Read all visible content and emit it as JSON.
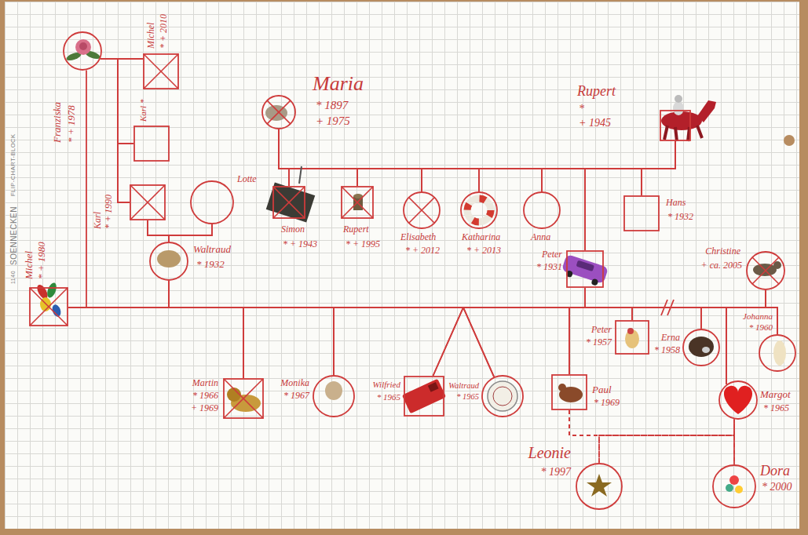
{
  "diagram": {
    "nodes": [
      {
        "text": [
          "Franziska",
          "* + 1978"
        ]
      },
      {
        "text": [
          "Michel",
          "* + 2010"
        ]
      },
      {
        "text": [
          "Karl *"
        ]
      },
      {
        "text": [
          "Karl",
          "* + 1990"
        ]
      },
      {
        "text": [
          "Michel",
          "* + 1980"
        ]
      },
      {
        "text": [
          "Maria",
          "* 1897",
          "+ 1975"
        ]
      },
      {
        "text": [
          "Rupert",
          "*",
          "+ 1945"
        ]
      },
      {
        "text": [
          "Lotte"
        ]
      },
      {
        "text": [
          "Simon",
          "* + 1943"
        ]
      },
      {
        "text": [
          "Rupert",
          "* + 1995"
        ]
      },
      {
        "text": [
          "Elisabeth",
          "* + 2012"
        ]
      },
      {
        "text": [
          "Katharina",
          "* + 2013"
        ]
      },
      {
        "text": [
          "Anna"
        ]
      },
      {
        "text": [
          "Hans",
          "* 1932"
        ]
      },
      {
        "text": [
          "Peter",
          "* 1931"
        ]
      },
      {
        "text": [
          "Waltraud",
          "* 1932"
        ]
      },
      {
        "text": [
          "Christine",
          "+ ca. 2005"
        ]
      },
      {
        "text": [
          "Martin",
          "* 1966",
          "+ 1969"
        ]
      },
      {
        "text": [
          "Monika",
          "* 1967"
        ]
      },
      {
        "text": [
          "Wilfried",
          "* 1965"
        ]
      },
      {
        "text": [
          "Waltraud",
          "* 1965"
        ]
      },
      {
        "text": [
          "Paul",
          "* 1969"
        ]
      },
      {
        "text": [
          "Peter",
          "* 1957"
        ]
      },
      {
        "text": [
          "Erna",
          "* 1958"
        ]
      },
      {
        "text": [
          "Johanna",
          "* 1960"
        ]
      },
      {
        "text": [
          "Margot",
          "* 1965"
        ]
      },
      {
        "text": [
          "Leonie",
          "* 1997"
        ]
      },
      {
        "text": [
          "Dora",
          "* 2000"
        ]
      }
    ],
    "edges": [
      {
        "from": 0,
        "to": 1,
        "arrow": "none"
      },
      {
        "from": 0,
        "to": 2,
        "arrow": "none"
      },
      {
        "from": 1,
        "to": 2,
        "arrow": "none"
      },
      {
        "from": 0,
        "to": 3,
        "arrow": "none"
      },
      {
        "from": 1,
        "to": 3,
        "arrow": "none"
      },
      {
        "from": 0,
        "to": 4,
        "arrow": "none"
      },
      {
        "from": 3,
        "to": 7,
        "arrow": "none"
      },
      {
        "from": 3,
        "to": 15,
        "arrow": "none"
      },
      {
        "from": 7,
        "to": 15,
        "arrow": "none"
      },
      {
        "from": 5,
        "to": 6,
        "arrow": "none"
      },
      {
        "from": 5,
        "to": 8,
        "arrow": "none"
      },
      {
        "from": 6,
        "to": 8,
        "arrow": "none"
      },
      {
        "from": 5,
        "to": 9,
        "arrow": "none"
      },
      {
        "from": 6,
        "to": 9,
        "arrow": "none"
      },
      {
        "from": 5,
        "to": 10,
        "arrow": "none"
      },
      {
        "from": 6,
        "to": 10,
        "arrow": "none"
      },
      {
        "from": 5,
        "to": 11,
        "arrow": "none"
      },
      {
        "from": 6,
        "to": 11,
        "arrow": "none"
      },
      {
        "from": 5,
        "to": 12,
        "arrow": "none"
      },
      {
        "from": 6,
        "to": 12,
        "arrow": "none"
      },
      {
        "from": 5,
        "to": 14,
        "arrow": "none"
      },
      {
        "from": 6,
        "to": 14,
        "arrow": "none"
      },
      {
        "from": 5,
        "to": 13,
        "arrow": "none"
      },
      {
        "from": 6,
        "to": 13,
        "arrow": "none"
      },
      {
        "from": 4,
        "to": 15,
        "arrow": "none"
      },
      {
        "from": 15,
        "to": 14,
        "arrow": "none"
      },
      {
        "from": 15,
        "to": 17,
        "arrow": "none"
      },
      {
        "from": 14,
        "to": 17,
        "arrow": "none"
      },
      {
        "from": 15,
        "to": 18,
        "arrow": "none"
      },
      {
        "from": 14,
        "to": 18,
        "arrow": "none"
      },
      {
        "from": 15,
        "to": 19,
        "arrow": "none"
      },
      {
        "from": 14,
        "to": 19,
        "arrow": "none"
      },
      {
        "from": 15,
        "to": 20,
        "arrow": "none"
      },
      {
        "from": 14,
        "to": 20,
        "arrow": "none"
      },
      {
        "from": 15,
        "to": 21,
        "arrow": "none"
      },
      {
        "from": 14,
        "to": 21,
        "arrow": "none"
      },
      {
        "from": 14,
        "to": 16,
        "arrow": "none"
      },
      {
        "from": 14,
        "to": 22,
        "arrow": "none"
      },
      {
        "from": 16,
        "to": 22,
        "arrow": "none"
      },
      {
        "from": 14,
        "to": 23,
        "arrow": "none"
      },
      {
        "from": 16,
        "to": 23,
        "arrow": "none"
      },
      {
        "from": 14,
        "to": 25,
        "arrow": "none"
      },
      {
        "from": 16,
        "to": 25,
        "arrow": "none"
      },
      {
        "from": 14,
        "to": 24,
        "arrow": "none"
      },
      {
        "from": 16,
        "to": 24,
        "arrow": "none"
      },
      {
        "from": 21,
        "to": 25,
        "arrow": "none"
      },
      {
        "from": 21,
        "to": 26,
        "arrow": "none"
      },
      {
        "from": 25,
        "to": 26,
        "arrow": "none"
      },
      {
        "from": 21,
        "to": 27,
        "arrow": "none"
      },
      {
        "from": 25,
        "to": 27,
        "arrow": "none"
      }
    ],
    "labels": [
      "FLIP-CHART-BLOCK",
      "SOENNECKEN",
      "1140"
    ]
  }
}
